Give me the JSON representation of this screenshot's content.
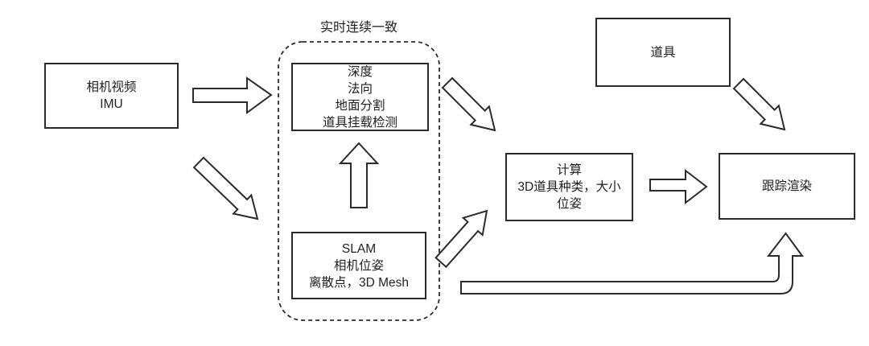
{
  "diagram": {
    "title": "AR prop tracking pipeline flowchart",
    "group": {
      "label": "实时连续一致",
      "members": [
        "perception",
        "slam"
      ]
    },
    "nodes": {
      "camera": {
        "text": "相机视频\nIMU"
      },
      "perception": {
        "text": "深度\n法向\n地面分割\n道具挂载检测"
      },
      "slam": {
        "text": "SLAM\n相机位姿\n离散点，3D Mesh"
      },
      "prop": {
        "text": "道具"
      },
      "compute": {
        "text": "计算\n3D道具种类，大小\n位姿"
      },
      "render": {
        "text": "跟踪渲染"
      }
    },
    "edges": [
      {
        "from": "camera",
        "to": "perception"
      },
      {
        "from": "camera",
        "to": "slam"
      },
      {
        "from": "slam",
        "to": "perception"
      },
      {
        "from": "perception",
        "to": "compute"
      },
      {
        "from": "prop",
        "to": "render"
      },
      {
        "from": "slam",
        "to": "compute"
      },
      {
        "from": "compute",
        "to": "render"
      },
      {
        "from": "slam",
        "to": "render"
      }
    ],
    "colors": {
      "line": "#2b2b2b",
      "text": "#1f1f1f",
      "background": "#ffffff",
      "node_fill": "#ffffff"
    }
  }
}
